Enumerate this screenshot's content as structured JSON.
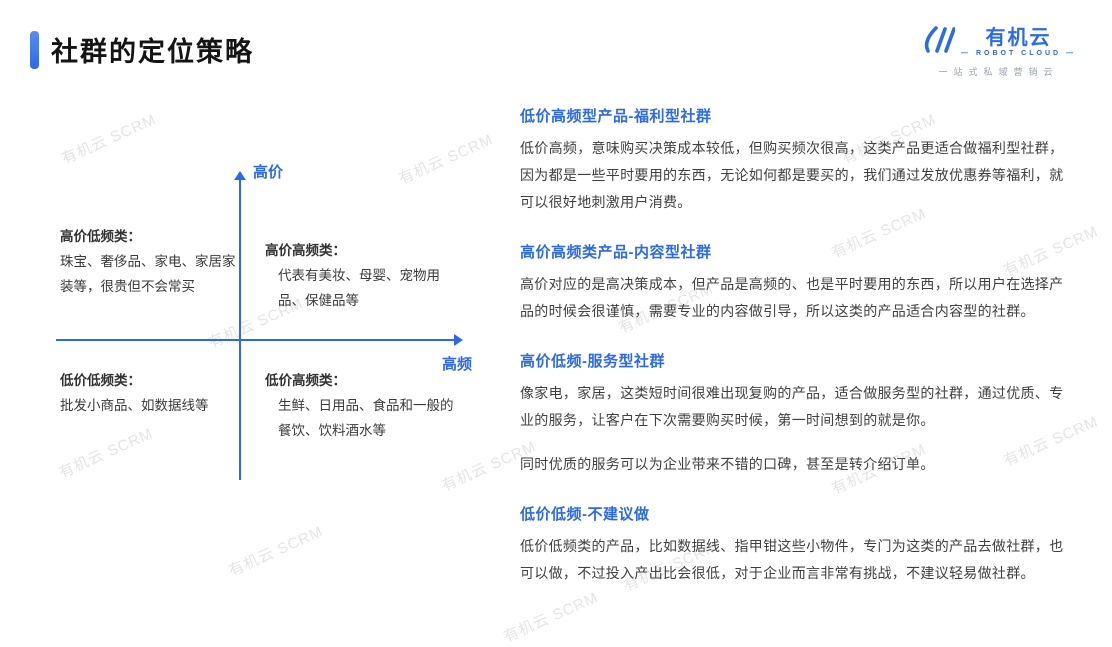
{
  "slide": {
    "title": "社群的定位策略"
  },
  "logo": {
    "brand": "有机云",
    "sub": "— ROBOT CLOUD —",
    "tagline": "一站式私域营销云"
  },
  "watermark": "有机云 SCRM",
  "colors": {
    "accent": "#2D6AE3"
  },
  "quadrant": {
    "y_axis_label": "高价",
    "x_axis_label": "高频",
    "top_left": {
      "title": "高价低频类：",
      "body": "珠宝、奢侈品、家电、家居家装等，很贵但不会常买"
    },
    "top_right": {
      "title": "高价高频类：",
      "body": "代表有美妆、母婴、宠物用品、保健品等"
    },
    "bottom_left": {
      "title": "低价低频类：",
      "body": "批发小商品、如数据线等"
    },
    "bottom_right": {
      "title": "低价高频类：",
      "body": "生鲜、日用品、食品和一般的餐饮、饮料酒水等"
    }
  },
  "sections": [
    {
      "heading": "低价高频型产品-福利型社群",
      "paragraphs": [
        "低价高频，意味购买决策成本较低，但购买频次很高，这类产品更适合做福利型社群，因为都是一些平时要用的东西，无论如何都是要买的，我们通过发放优惠券等福利，就可以很好地刺激用户消费。"
      ]
    },
    {
      "heading": "高价高频类产品-内容型社群",
      "paragraphs": [
        "高价对应的是高决策成本，但产品是高频的、也是平时要用的东西，所以用户在选择产品的时候会很谨慎，需要专业的内容做引导，所以这类的产品适合内容型的社群。"
      ]
    },
    {
      "heading": "高价低频-服务型社群",
      "paragraphs": [
        "像家电，家居，这类短时间很难出现复购的产品，适合做服务型的社群，通过优质、专业的服务，让客户在下次需要购买时候，第一时间想到的就是你。",
        "同时优质的服务可以为企业带来不错的口碑，甚至是转介绍订单。"
      ]
    },
    {
      "heading": "低价低频-不建议做",
      "paragraphs": [
        "低价低频类的产品，比如数据线、指甲钳这些小物件，专门为这类的产品去做社群，也可以做，不过投入产出比会很低，对于企业而言非常有挑战，不建议轻易做社群。"
      ]
    }
  ]
}
